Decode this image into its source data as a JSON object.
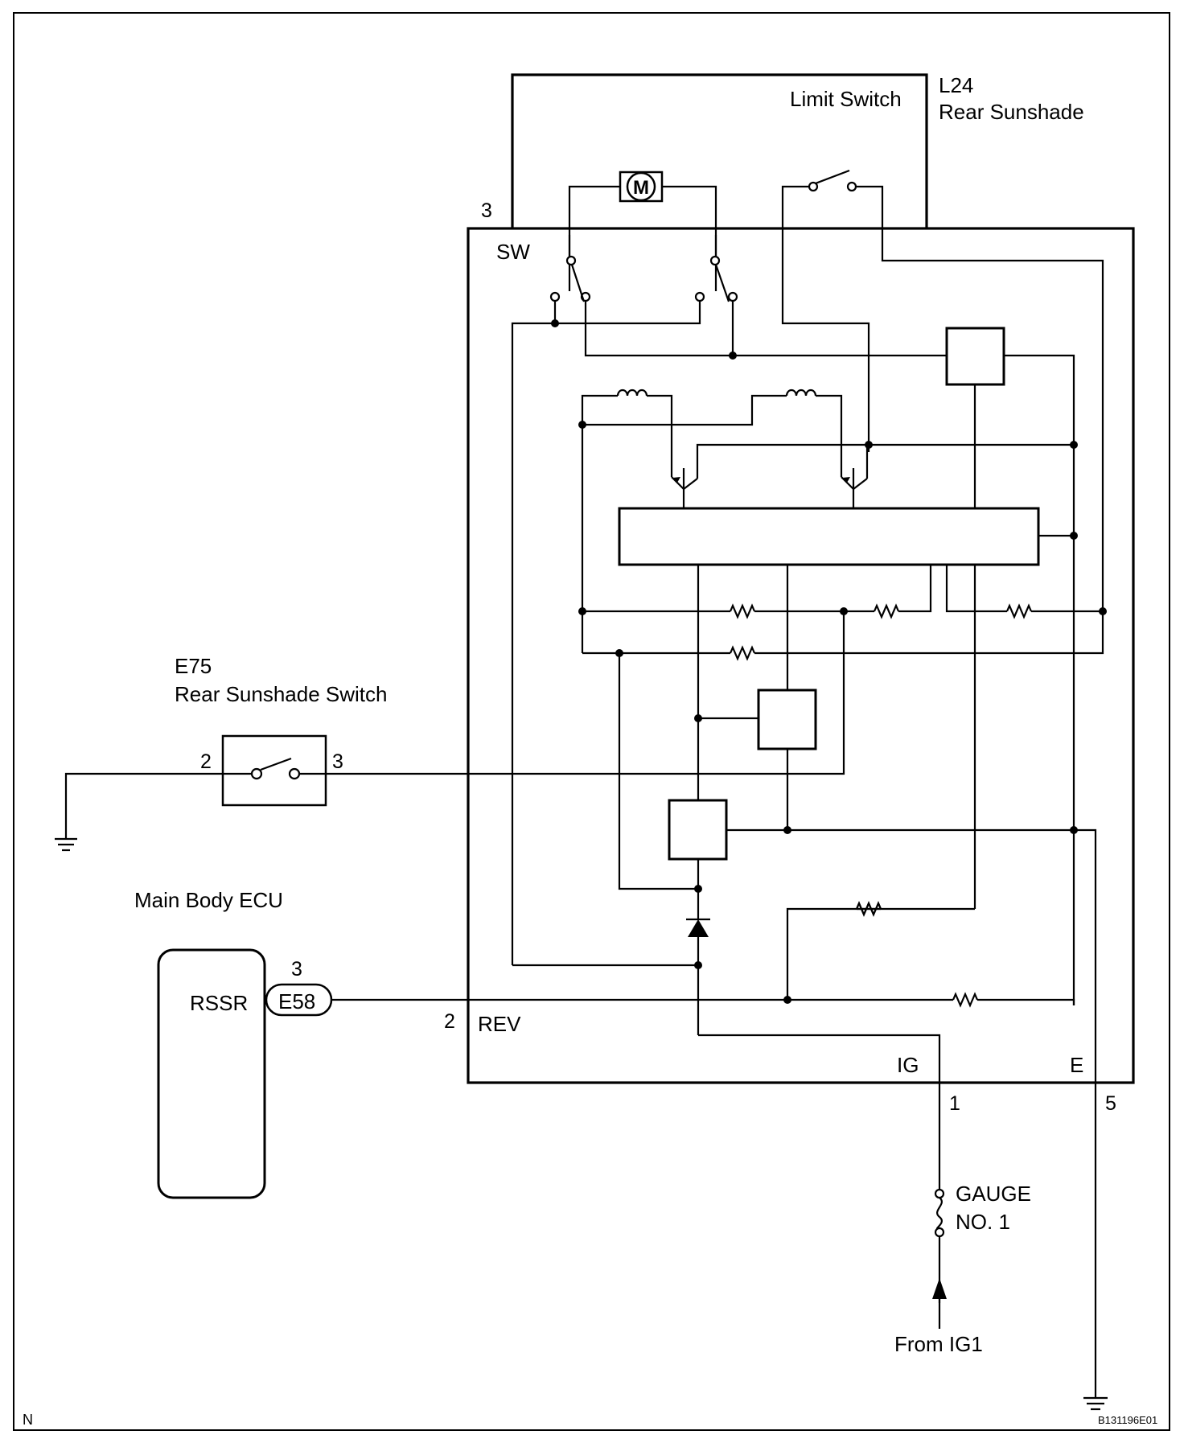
{
  "components": {
    "l24": {
      "id": "L24",
      "name": "Rear Sunshade",
      "limit_switch": "Limit Switch",
      "motor_symbol": "M"
    },
    "e75": {
      "id": "E75",
      "name": "Rear Sunshade Switch"
    },
    "ecu": {
      "name": "Main Body ECU",
      "terminal": "RSSR",
      "connector": "E58"
    },
    "fuse": {
      "name_line1": "GAUGE",
      "name_line2": "NO. 1"
    },
    "source": {
      "label": "From IG1"
    }
  },
  "terminals": {
    "sw": "SW",
    "rev": "REV",
    "ig": "IG",
    "e": "E"
  },
  "pins": {
    "l24_sw": "3",
    "l24_rev": "2",
    "l24_ig": "1",
    "l24_e": "5",
    "e75_left": "2",
    "e75_right": "3",
    "e58": "3"
  },
  "footer": {
    "left_mark": "N",
    "figure_code": "B131196E01"
  },
  "colors": {
    "line": "#000000",
    "background": "#ffffff"
  }
}
